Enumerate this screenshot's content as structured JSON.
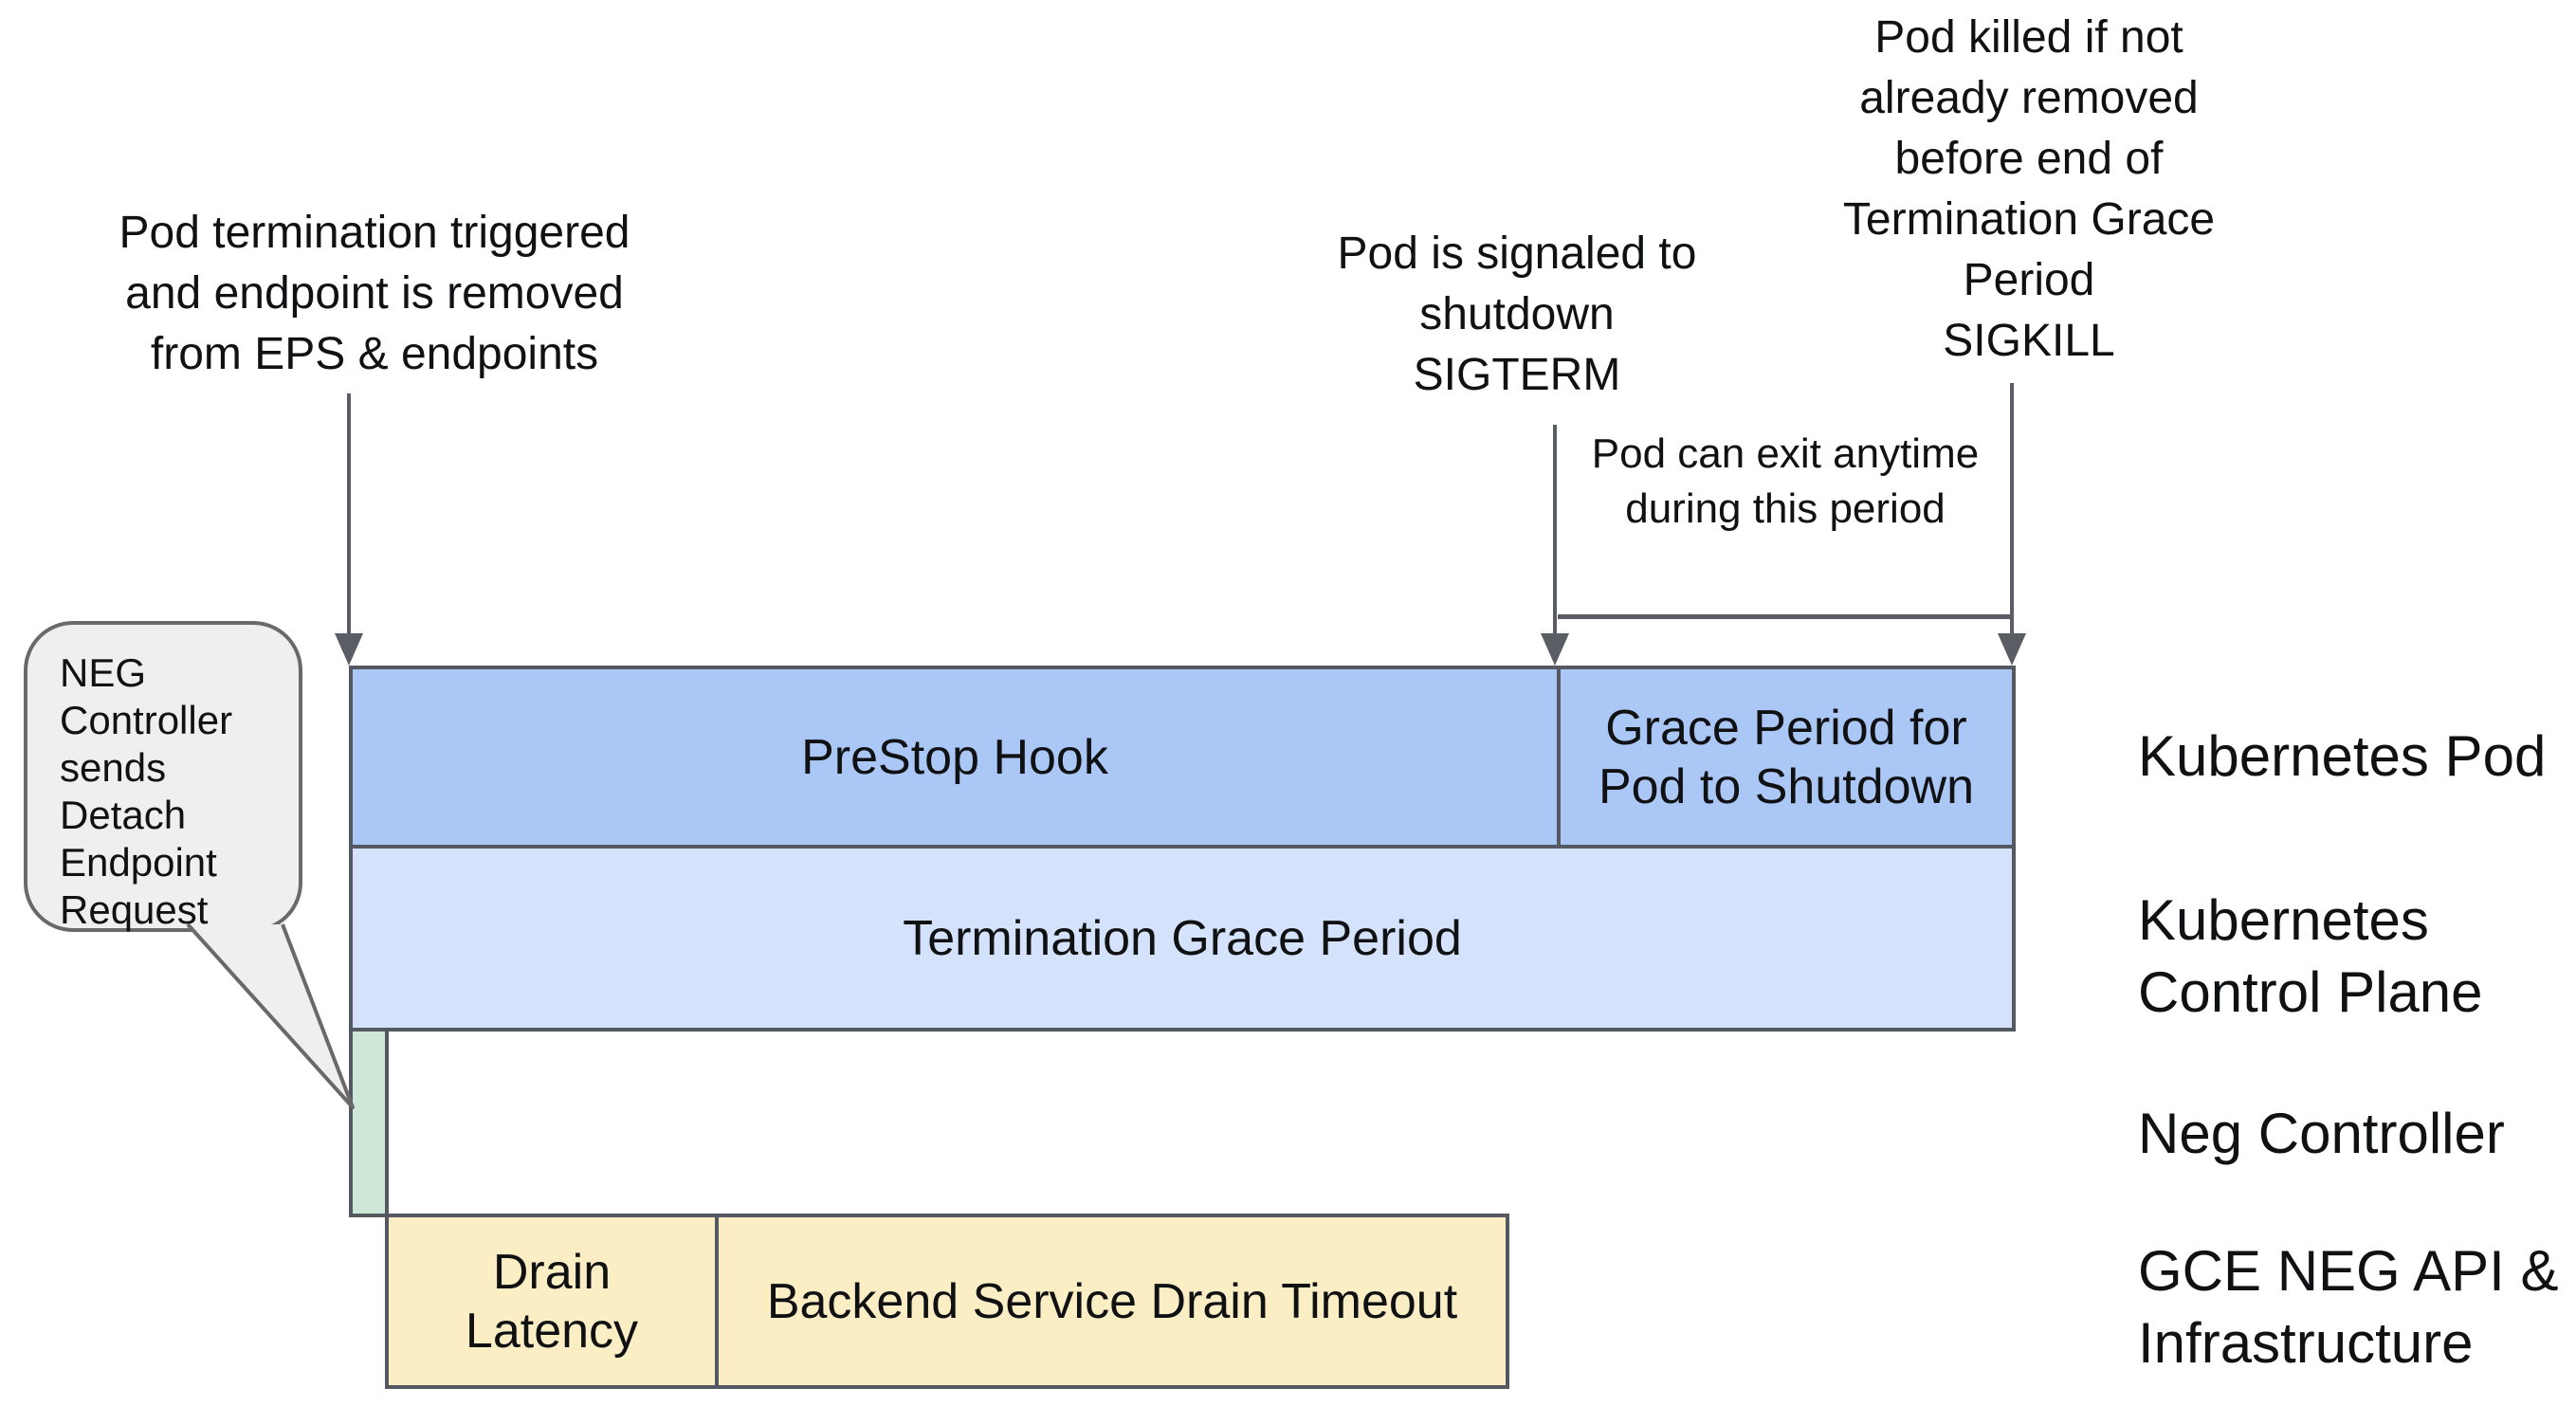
{
  "annotations": {
    "pod_termination": "Pod termination triggered\nand endpoint is removed\nfrom EPS & endpoints",
    "sigterm": "Pod is signaled to\nshutdown\nSIGTERM",
    "sigkill": "Pod killed if not\nalready removed\nbefore end of\nTermination Grace\nPeriod\nSIGKILL",
    "pod_can_exit": "Pod can exit anytime\nduring this period"
  },
  "callout": {
    "text": "NEG\nController\nsends\nDetach\nEndpoint\nRequest"
  },
  "bars": {
    "prestop_hook": "PreStop Hook",
    "grace_period": "Grace Period for\nPod to Shutdown",
    "termination_grace_period": "Termination Grace Period",
    "drain_latency": "Drain\nLatency",
    "backend_drain_timeout": "Backend Service Drain Timeout"
  },
  "lanes": {
    "kubernetes_pod": "Kubernetes Pod",
    "control_plane": "Kubernetes\nControl Plane",
    "neg_controller": "Neg Controller",
    "gce_neg": "GCE NEG API &\nInfrastructure"
  },
  "colors": {
    "pod_bar_fill": "#aac7f6",
    "control_plane_bar_fill": "#d4e3fb",
    "neg_controller_bar_fill": "#cde8d6",
    "gce_bar_fill": "#fbedc4",
    "callout_fill": "#efefef",
    "line_stroke": "#5a5d63"
  }
}
